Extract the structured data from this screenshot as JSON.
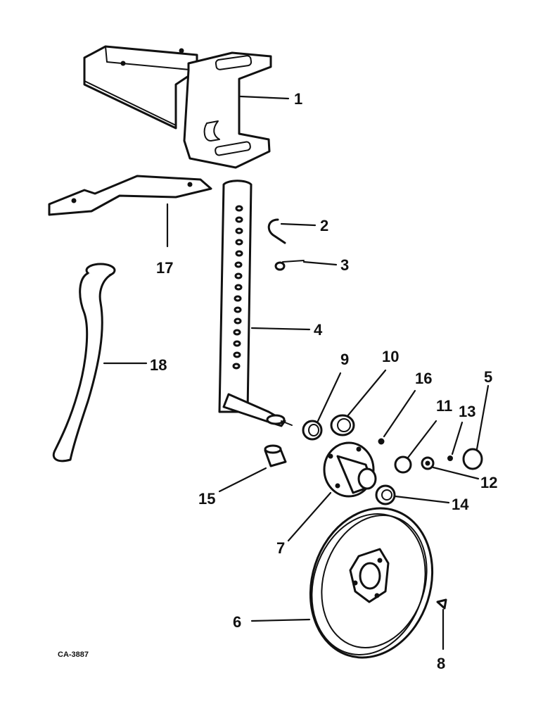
{
  "callouts": {
    "c1": "1",
    "c2": "2",
    "c3": "3",
    "c4": "4",
    "c5": "5",
    "c6": "6",
    "c7": "7",
    "c8": "8",
    "c9": "9",
    "c10": "10",
    "c11": "11",
    "c12": "12",
    "c13": "13",
    "c14": "14",
    "c15": "15",
    "c16": "16",
    "c17": "17",
    "c18": "18"
  },
  "drawing_code": "CA-3887"
}
